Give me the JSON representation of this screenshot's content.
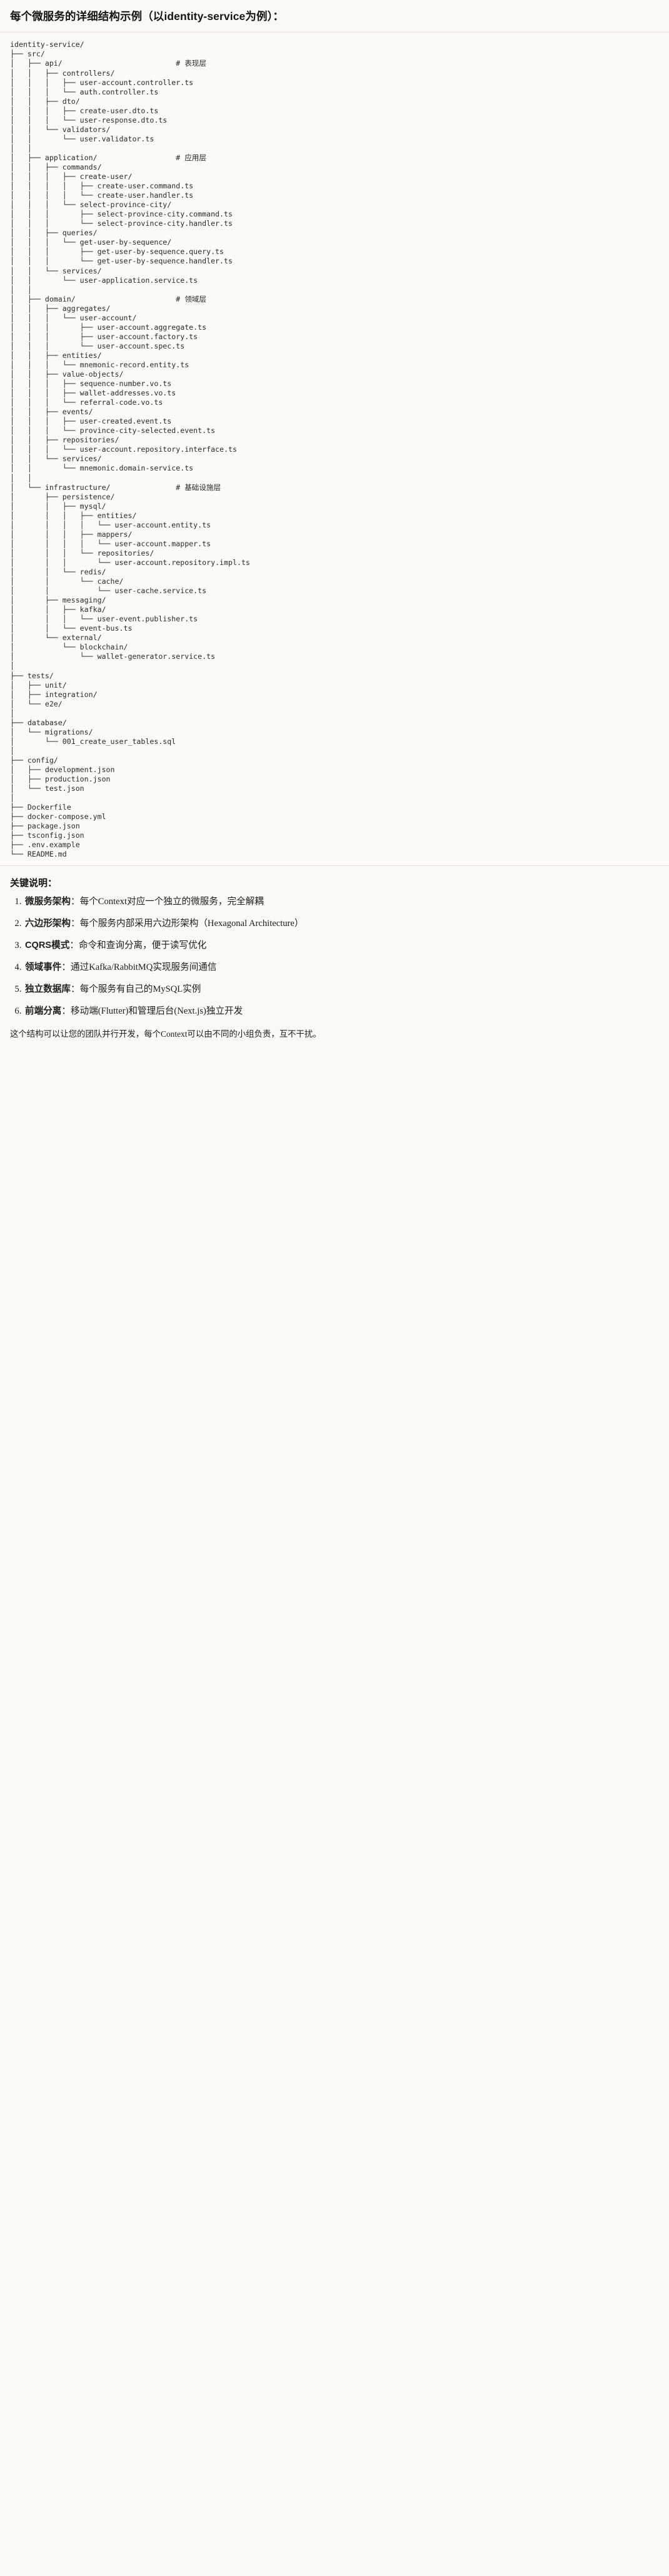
{
  "document": {
    "title": "每个微服务的详细结构示例（以identity-service为例）：",
    "tree_root": "identity-service/",
    "tree_text": "identity-service/\n├── src/\n│   ├── api/                          # 表现层\n│   │   ├── controllers/\n│   │   │   ├── user-account.controller.ts\n│   │   │   └── auth.controller.ts\n│   │   ├── dto/\n│   │   │   ├── create-user.dto.ts\n│   │   │   └── user-response.dto.ts\n│   │   └── validators/\n│   │       └── user.validator.ts\n│   │\n│   ├── application/                  # 应用层\n│   │   ├── commands/\n│   │   │   ├── create-user/\n│   │   │   │   ├── create-user.command.ts\n│   │   │   │   └── create-user.handler.ts\n│   │   │   └── select-province-city/\n│   │   │       ├── select-province-city.command.ts\n│   │   │       └── select-province-city.handler.ts\n│   │   ├── queries/\n│   │   │   └── get-user-by-sequence/\n│   │   │       ├── get-user-by-sequence.query.ts\n│   │   │       └── get-user-by-sequence.handler.ts\n│   │   └── services/\n│   │       └── user-application.service.ts\n│   │\n│   ├── domain/                       # 领域层\n│   │   ├── aggregates/\n│   │   │   └── user-account/\n│   │   │       ├── user-account.aggregate.ts\n│   │   │       ├── user-account.factory.ts\n│   │   │       └── user-account.spec.ts\n│   │   ├── entities/\n│   │   │   └── mnemonic-record.entity.ts\n│   │   ├── value-objects/\n│   │   │   ├── sequence-number.vo.ts\n│   │   │   ├── wallet-addresses.vo.ts\n│   │   │   └── referral-code.vo.ts\n│   │   ├── events/\n│   │   │   ├── user-created.event.ts\n│   │   │   └── province-city-selected.event.ts\n│   │   ├── repositories/\n│   │   │   └── user-account.repository.interface.ts\n│   │   └── services/\n│   │       └── mnemonic.domain-service.ts\n│   │\n│   └── infrastructure/               # 基础设施层\n│       ├── persistence/\n│       │   ├── mysql/\n│       │   │   ├── entities/\n│       │   │   │   └── user-account.entity.ts\n│       │   │   ├── mappers/\n│       │   │   │   └── user-account.mapper.ts\n│       │   │   └── repositories/\n│       │   │       └── user-account.repository.impl.ts\n│       │   └── redis/\n│       │       └── cache/\n│       │           └── user-cache.service.ts\n│       ├── messaging/\n│       │   ├── kafka/\n│       │   │   └── user-event.publisher.ts\n│       │   └── event-bus.ts\n│       └── external/\n│           └── blockchain/\n│               └── wallet-generator.service.ts\n│\n├── tests/\n│   ├── unit/\n│   ├── integration/\n│   └── e2e/\n│\n├── database/\n│   └── migrations/\n│       └── 001_create_user_tables.sql\n│\n├── config/\n│   ├── development.json\n│   ├── production.json\n│   └── test.json\n│\n├── Dockerfile\n├── docker-compose.yml\n├── package.json\n├── tsconfig.json\n├── .env.example\n└── README.md",
    "layer_comments": [
      {
        "path": "src/api/",
        "comment": "# 表现层"
      },
      {
        "path": "src/application/",
        "comment": "# 应用层"
      },
      {
        "path": "src/domain/",
        "comment": "# 领域层"
      },
      {
        "path": "src/infrastructure/",
        "comment": "# 基础设施层"
      }
    ]
  },
  "notes": {
    "heading": "关键说明：",
    "items": [
      {
        "term": "微服务架构",
        "separator": "：",
        "desc": "每个Context对应一个独立的微服务，完全解耦"
      },
      {
        "term": "六边形架构",
        "separator": "：",
        "desc": "每个服务内部采用六边形架构（Hexagonal Architecture）"
      },
      {
        "term": "CQRS模式",
        "separator": "：",
        "desc": "命令和查询分离，便于读写优化"
      },
      {
        "term": "领域事件",
        "separator": "：",
        "desc": "通过Kafka/RabbitMQ实现服务间通信"
      },
      {
        "term": "独立数据库",
        "separator": "：",
        "desc": "每个服务有自己的MySQL实例"
      },
      {
        "term": "前端分离",
        "separator": "：",
        "desc": "移动端(Flutter)和管理后台(Next.js)独立开发"
      }
    ],
    "closing": "这个结构可以让您的团队并行开发，每个Context可以由不同的小组负责，互不干扰。"
  },
  "colors": {
    "background": "#faf9f5",
    "text": "#1f1e1c",
    "rule": "#e6e3da",
    "code_text": "#2b2a27"
  }
}
